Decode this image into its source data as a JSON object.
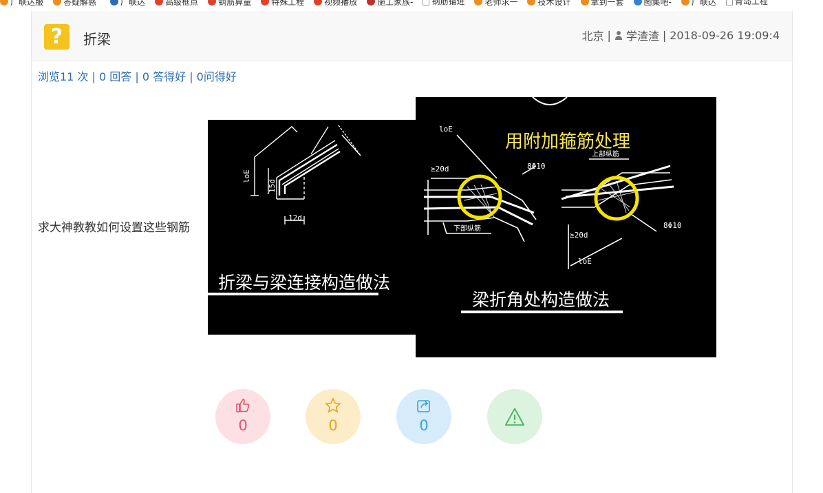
{
  "bookmarks": [
    "广联达服",
    "答疑解惑_",
    "广联达",
    "高级框点",
    "钢筋算量",
    "特殊工程",
    "视频播放",
    "施工家族-",
    "钢筋锚进",
    "老师求一",
    "技术设计",
    "掌到一套",
    "图集吧-",
    "广联达",
    "青岛工程"
  ],
  "question": {
    "title": "折梁",
    "location": "北京",
    "user": "学渣渣",
    "datetime": "2018-09-26 19:09:4",
    "separator": "|",
    "stats": "浏览11 次 | 0 回答 | 0 答得好 | 0问得好",
    "body": "求大神教教如何设置这些钢筋"
  },
  "image1": {
    "caption": "折梁与梁连接构造做法",
    "labels": {
      "loe": "loE",
      "d15": "15d",
      "d12": "12d"
    }
  },
  "image2": {
    "caption": "梁折角处构造做法",
    "note": "用附加箍筋处理",
    "labels": {
      "loe_top": "loE",
      "d20_left": "≥20d",
      "phi_left": "8Φ10",
      "bottom_bar": "下部纵筋",
      "top_bar": "上部纵筋",
      "d20_right": "≥20d",
      "loe_right": "loE",
      "phi_right": "8Φ10"
    }
  },
  "actions": {
    "like_count": "0",
    "favorite_count": "0",
    "share_count": "0"
  },
  "colors": {
    "accent_yellow": "#f5c31b",
    "stats_blue": "#2a6db5",
    "like": "#e0566b",
    "favorite": "#e6a21c",
    "share": "#3a9fe0",
    "report": "#4cb861"
  }
}
